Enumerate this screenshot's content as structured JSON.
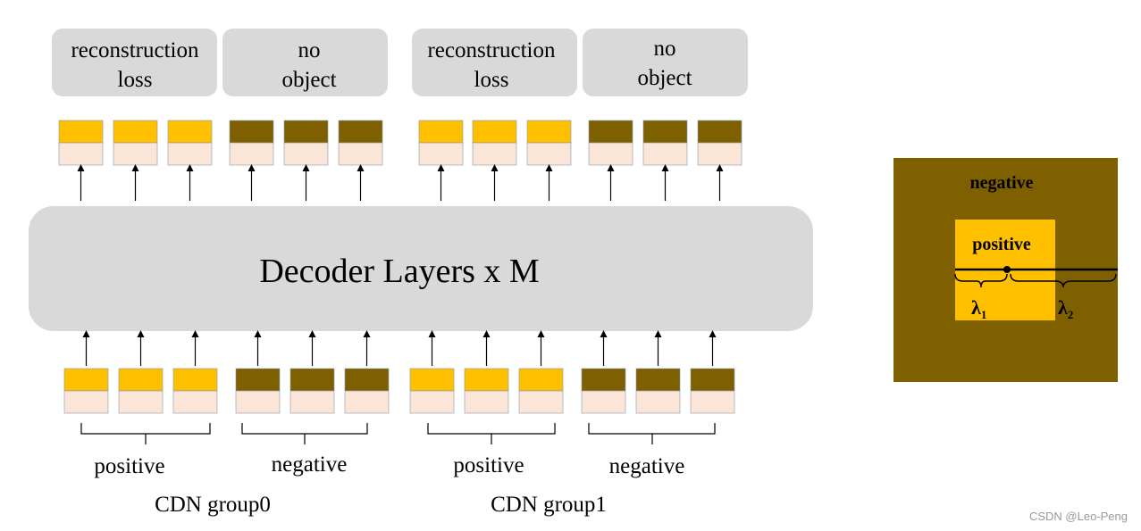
{
  "output_labels": [
    {
      "line1": "reconstruction",
      "line2": "loss"
    },
    {
      "line1": "no",
      "line2": "object"
    },
    {
      "line1": "reconstruction",
      "line2": "loss"
    },
    {
      "line1": "no",
      "line2": "object"
    }
  ],
  "decoder": {
    "label": "Decoder Layers x M"
  },
  "query_groups": [
    {
      "label": "positive",
      "kind": "positive",
      "count": 3
    },
    {
      "label": "negative",
      "kind": "negative",
      "count": 3
    },
    {
      "label": "positive",
      "kind": "positive",
      "count": 3
    },
    {
      "label": "negative",
      "kind": "negative",
      "count": 3
    }
  ],
  "cdn_groups": [
    "CDN group0",
    "CDN group1"
  ],
  "inset": {
    "negative_label": "negative",
    "positive_label": "positive",
    "lambda1": "λ",
    "lambda1_sub": "1",
    "lambda2": "λ",
    "lambda2_sub": "2"
  },
  "watermark": "CSDN @Leo-Peng",
  "colors": {
    "positive_top": "#FFC000",
    "negative_top": "#7F6000",
    "token_bottom": "#FBE5D6",
    "panel_gray": "#D9D9D9",
    "token_border": "#8497B0"
  }
}
